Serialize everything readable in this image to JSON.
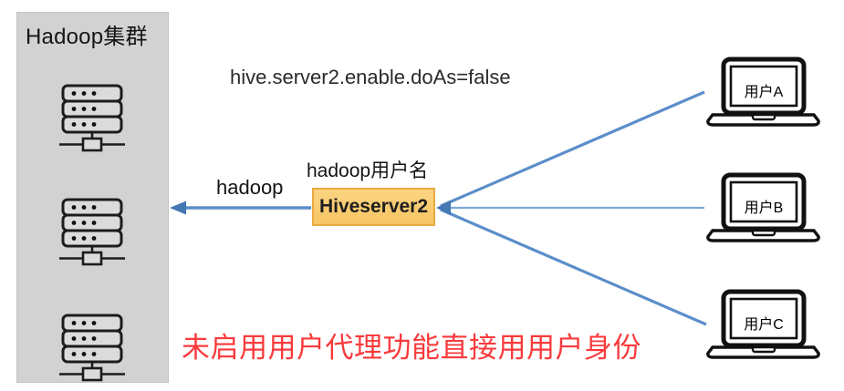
{
  "cluster_panel": {
    "title": "Hadoop集群",
    "bg": "#D2D2D2",
    "server_icons": [
      "server-icon",
      "server-icon",
      "server-icon"
    ]
  },
  "config_label": "hive.server2.enable.doAs=false",
  "hiveserver": {
    "label": "Hiveserver2",
    "annotation_above": "hadoop用户名",
    "fill_top": "#FBD483",
    "fill_bottom": "#F7C562",
    "border": "#EBAA3F"
  },
  "arrow_to_cluster": {
    "label": "hadoop"
  },
  "users": [
    {
      "label": "用户A"
    },
    {
      "label": "用户B"
    },
    {
      "label": "用户C"
    }
  ],
  "note": {
    "text": "未启用用户代理功能直接用用户身份",
    "color": "#FA3A3C"
  },
  "colors": {
    "arrow_line": "#5B8EC9",
    "arrow_line_light": "#7FA8D8",
    "arrow_head": "#4577B3",
    "panel_bg": "#D2D2D2",
    "icon_stroke": "#1c1c1c"
  }
}
